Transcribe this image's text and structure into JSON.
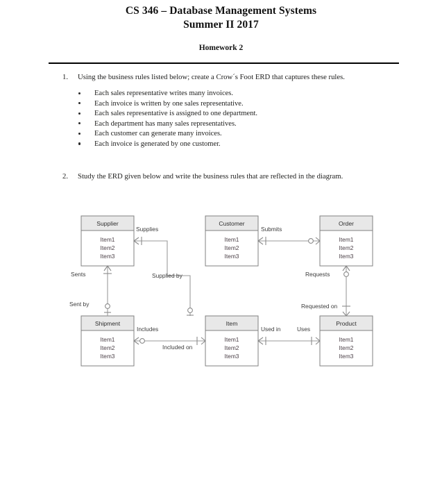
{
  "document": {
    "title_line_1": "CS 346 – Database Management Systems",
    "title_line_2": "Summer II 2017",
    "subtitle": "Homework 2"
  },
  "tasks": [
    {
      "number": "1.",
      "text": "Using the business rules listed below; create a Crow´s Foot ERD that captures these rules.",
      "bullets": [
        "Each sales representative writes many invoices.",
        "Each invoice is written by one sales representative.",
        "Each sales representative is assigned to one department.",
        "Each department has many sales representatives.",
        "Each customer can generate many invoices.",
        "Each invoice is generated by one customer."
      ]
    },
    {
      "number": "2.",
      "text": "Study the ERD given below and write the business rules that are reflected in the diagram.",
      "bullets": []
    }
  ],
  "erd": {
    "entities": [
      {
        "id": "supplier",
        "name": "Supplier",
        "attributes": [
          "Item1",
          "Item2",
          "Item3"
        ]
      },
      {
        "id": "customer",
        "name": "Customer",
        "attributes": [
          "Item1",
          "Item2",
          "Item3"
        ]
      },
      {
        "id": "order",
        "name": "Order",
        "attributes": [
          "Item1",
          "Item2",
          "Item3"
        ]
      },
      {
        "id": "shipment",
        "name": "Shipment",
        "attributes": [
          "Item1",
          "Item2",
          "Item3"
        ]
      },
      {
        "id": "item",
        "name": "Item",
        "attributes": [
          "Item1",
          "Item2",
          "Item3"
        ]
      },
      {
        "id": "product",
        "name": "Product",
        "attributes": [
          "Item1",
          "Item2",
          "Item3"
        ]
      }
    ],
    "relationships": [
      {
        "id": "supplier-item",
        "from": "Supplier",
        "to": "Item",
        "from_label": "Supplies",
        "to_label": "Supplied by"
      },
      {
        "id": "supplier-shipment",
        "from": "Supplier",
        "to": "Shipment",
        "from_label": "Sents",
        "to_label": "Sent by"
      },
      {
        "id": "customer-order",
        "from": "Customer",
        "to": "Order",
        "from_label": "Submits",
        "to_label": ""
      },
      {
        "id": "order-product",
        "from": "Order",
        "to": "Product",
        "from_label": "Requests",
        "to_label": "Requested on"
      },
      {
        "id": "shipment-item",
        "from": "Shipment",
        "to": "Item",
        "from_label": "Includes",
        "to_label": "Included on"
      },
      {
        "id": "item-product",
        "from": "Item",
        "to": "Product",
        "from_label": "Used in",
        "to_label": "Uses"
      }
    ],
    "style": {
      "entity_header_fill": "#e8e8e8",
      "entity_body_fill": "#ffffff",
      "entity_border": "#7f7f7f",
      "line_color": "#8a8a8a",
      "label_color": "#3c3c3c"
    }
  }
}
